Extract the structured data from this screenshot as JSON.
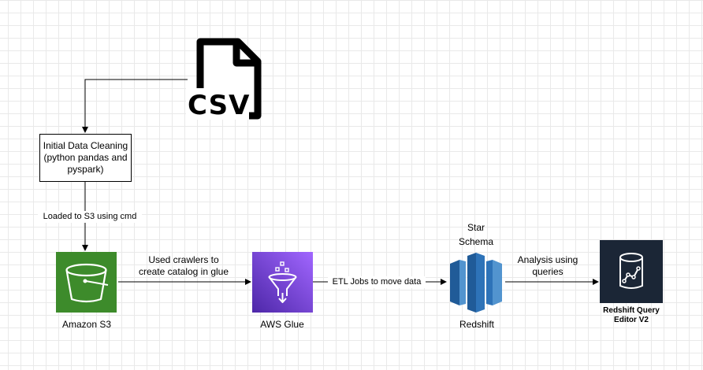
{
  "csv": {
    "text": "CSV"
  },
  "cleaning_box": {
    "text": "Initial Data Cleaning (python pandas and pyspark)"
  },
  "edges": {
    "load_label": "Loaded to S3 using cmd",
    "crawl_label": "Used crawlers to create catalog in glue",
    "etl_label": "ETL Jobs to move data",
    "analysis_label": "Analysis using queries"
  },
  "nodes": {
    "s3": {
      "label": "Amazon S3",
      "color": "#3d8b2b"
    },
    "glue": {
      "label": "AWS Glue",
      "color": "#8c4fff"
    },
    "redshift": {
      "label": "Redshift",
      "schema_label": "Star Schema",
      "color": "#2e73b8"
    },
    "editor": {
      "label": "Redshift Query Editor V2",
      "color": "#1b2636"
    }
  }
}
